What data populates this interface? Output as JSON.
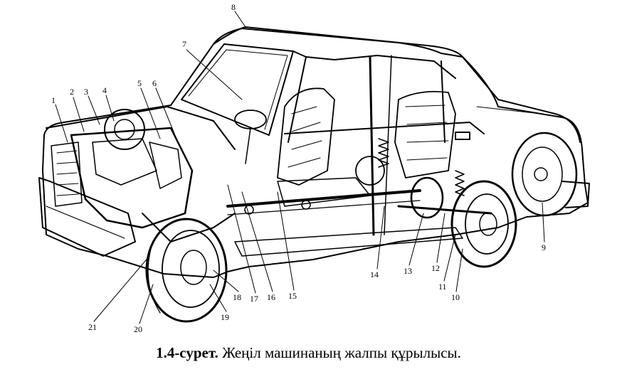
{
  "figure": {
    "callouts": [
      "1",
      "2",
      "3",
      "4",
      "5",
      "6",
      "7",
      "8",
      "9",
      "10",
      "11",
      "12",
      "13",
      "14",
      "15",
      "16",
      "17",
      "18",
      "19",
      "20",
      "21"
    ]
  },
  "caption": {
    "number": "1.4-сурет.",
    "text": "Жеңіл машинаның жалпы құрылысы."
  }
}
